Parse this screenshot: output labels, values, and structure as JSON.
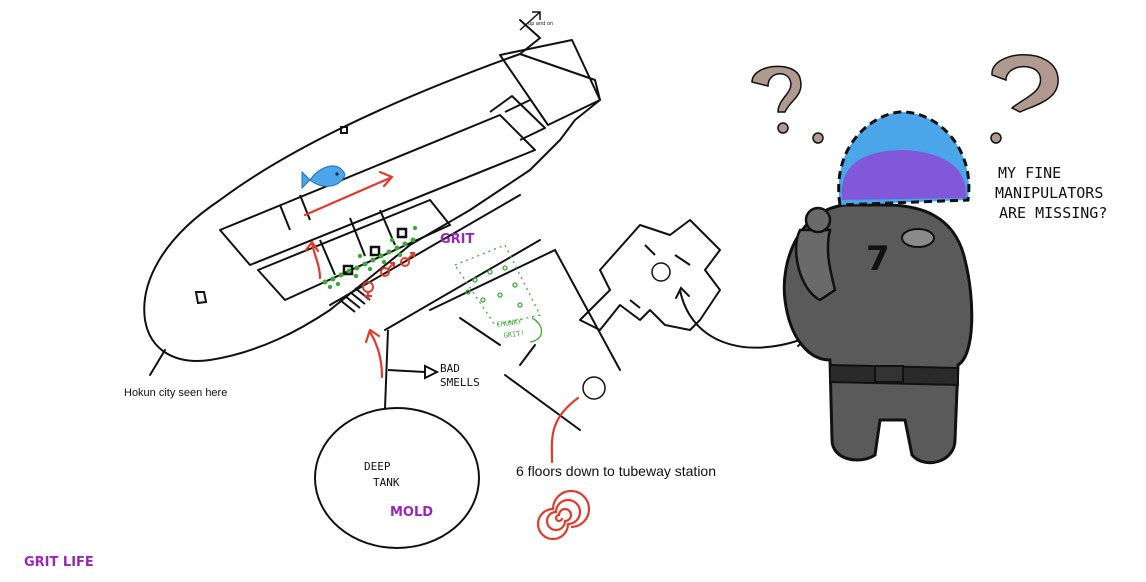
{
  "labels": {
    "compass": "up and on",
    "hokun": "Hokun city seen here",
    "bad_smells_line1": "BAD",
    "bad_smells_line2": "SMELLS",
    "deep_tank_line1": "DEEP",
    "deep_tank_line2": "TANK",
    "mold": "MOLD",
    "grit": "GRIT",
    "chunky_line1": "CHUNKY",
    "chunky_line2": "GRIT!",
    "floors": "6 floors down to tubeway station",
    "speech_line1": "MY FINE",
    "speech_line2": "MANIPULATORS",
    "speech_line3": "ARE MISSING?",
    "suit_number": "7",
    "footer": "GRIT LIFE"
  },
  "colors": {
    "ink": "#111111",
    "arrow_red": "#e23a2a",
    "grit_green": "#3aa83a",
    "purple": "#9a26b5",
    "helmet_blue": "#4aa6e8",
    "helmet_violet": "#8c4ad8",
    "suit_gray": "#5a5a5a",
    "question_brown": "#8a6a5a"
  },
  "icons": {
    "fish": "fish-icon",
    "female": "female-symbol-icon",
    "male": "male-symbol-icon",
    "spiral": "spiral-icon",
    "question": "question-mark-icon"
  }
}
